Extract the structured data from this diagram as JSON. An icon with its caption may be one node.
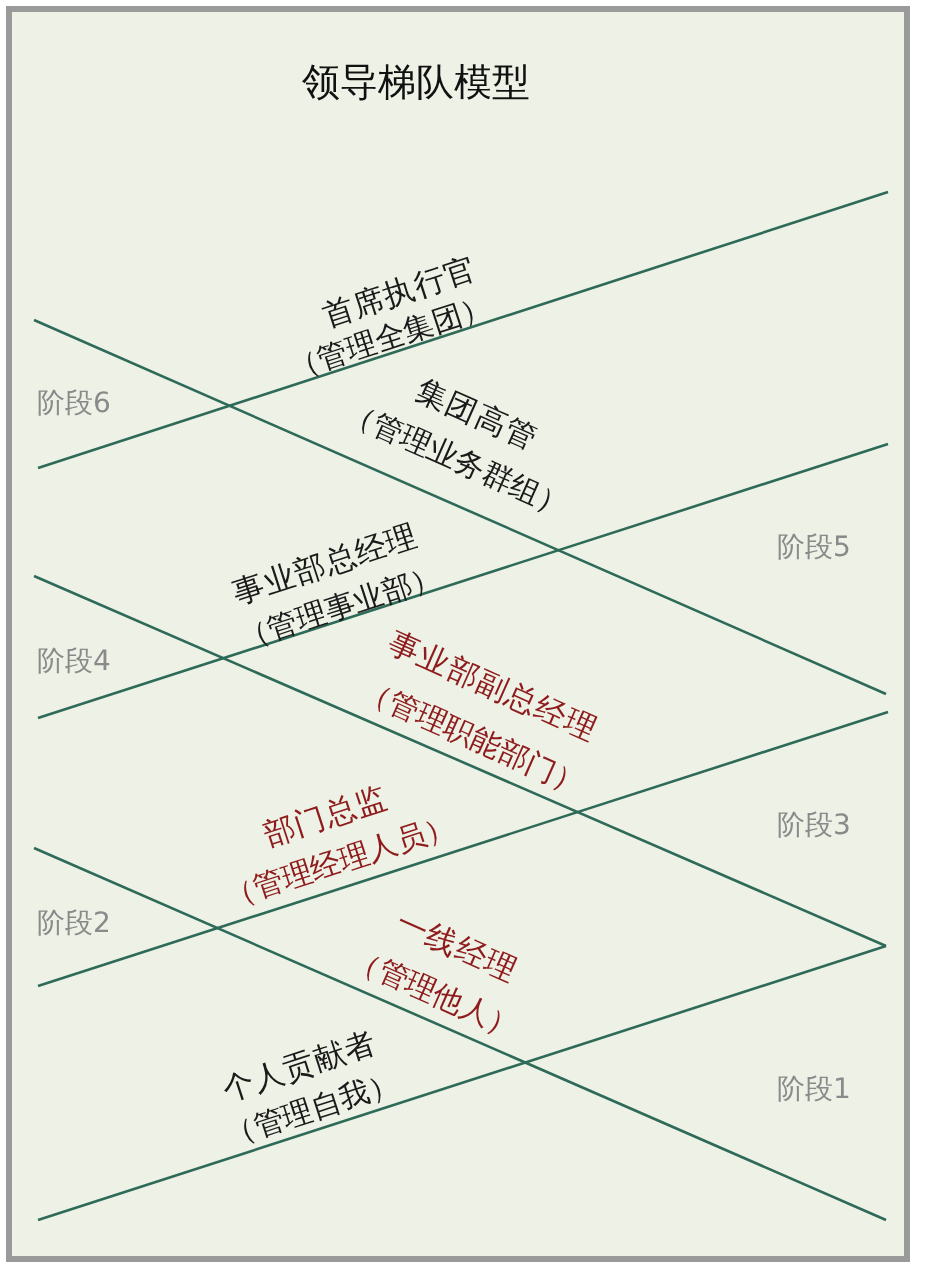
{
  "diagram": {
    "title": "领导梯队模型",
    "labels": [
      "首席执行官",
      "（管理全集团）",
      "阶段6",
      "集团高管",
      "（管理业务群组）",
      "事业部总经理",
      "（管理事业部）",
      "阶段5",
      "阶段4",
      "事业部副总经理",
      "（管理职能部门）",
      "部门总监",
      "（管理经理人员）",
      "阶段3",
      "阶段2",
      "一线经理",
      "（管理他人）",
      "个人贡献者",
      "（管理自我）",
      "阶段1"
    ]
  }
}
